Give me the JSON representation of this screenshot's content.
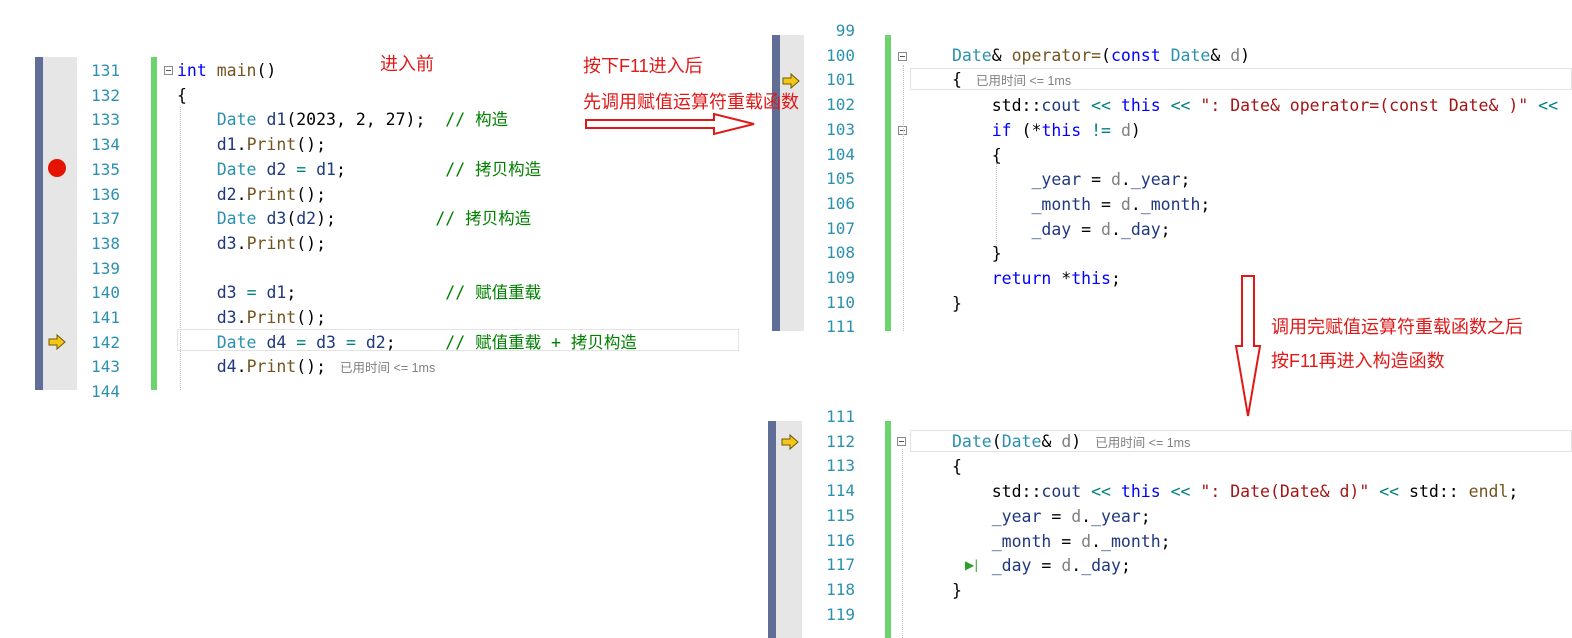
{
  "annotations": {
    "before_enter": "进入前",
    "after_f11_line1": "按下F11进入后",
    "after_f11_line2": "先调用赋值运算符重载函数",
    "after_assign_line1": "调用完赋值运算符重载函数之后",
    "after_assign_line2": "按F11再进入构造函数"
  },
  "panel_main": {
    "line_numbers": [
      "131",
      "132",
      "133",
      "134",
      "135",
      "136",
      "137",
      "138",
      "139",
      "140",
      "141",
      "142",
      "143",
      "144"
    ],
    "comments": {
      "construct": "// 构造",
      "copy_construct": "// 拷贝构造",
      "assign_overload": "// 赋值重载",
      "assign_plus_copy": "// 赋值重载 + 拷贝构造"
    },
    "elapsed": "已用时间 <= 1ms"
  },
  "panel_operator": {
    "line_numbers": [
      "99",
      "100",
      "101",
      "102",
      "103",
      "104",
      "105",
      "106",
      "107",
      "108",
      "109",
      "110",
      "111"
    ],
    "elapsed": "已用时间 <= 1ms"
  },
  "panel_ctor": {
    "line_numbers": [
      "111",
      "112",
      "113",
      "114",
      "115",
      "116",
      "117",
      "118",
      "119"
    ],
    "elapsed": "已用时间 <= 1ms"
  },
  "colors": {
    "keyword": "#0000ff",
    "type": "#2b91af",
    "string": "#a31515",
    "comment": "#008000",
    "annotation": "#e01818",
    "breakpoint": "#e51400",
    "change_bar": "#6dd36d"
  },
  "icons": {
    "exec_pointer": "yellow-arrow-icon",
    "breakpoint": "breakpoint-dot-icon",
    "run_to_click": "run-to-click-icon",
    "fold": "collapse-minus-icon"
  }
}
